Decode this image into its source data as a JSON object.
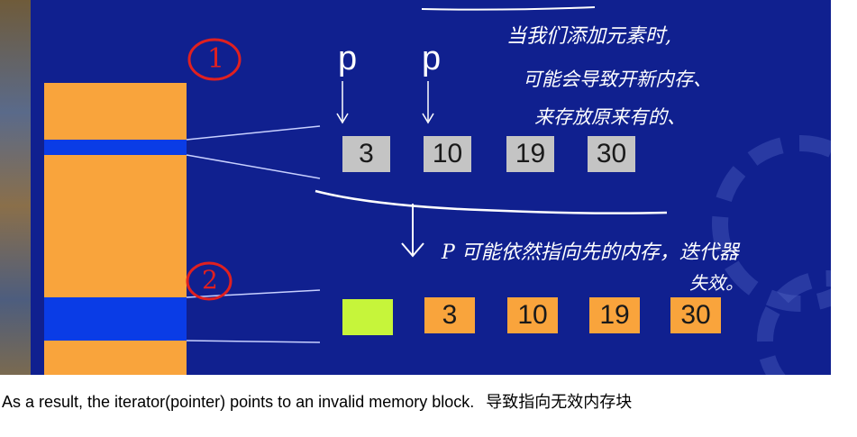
{
  "pointers": {
    "label_1": "p",
    "label_2": "p"
  },
  "row_before": [
    "3",
    "10",
    "19",
    "30"
  ],
  "row_after": [
    "3",
    "10",
    "19",
    "30"
  ],
  "circle_labels": {
    "one": "1",
    "two": "2"
  },
  "annotations": {
    "line_1": "当我们添加元素时,",
    "line_2": "可能会导致开新内存、",
    "line_3": "来存放原来有的、",
    "line_4": "P 可能依然指向先的内存，迭代器",
    "line_5": "失效。"
  },
  "caption": {
    "english": "As a result, the iterator(pointer) points to an invalid memory block.",
    "chinese": "导致指向无效内存块"
  },
  "colors": {
    "slide_bg": "#10208f",
    "memory_orange": "#f9a43c",
    "memory_blue": "#0a3ce6",
    "box_gray": "#c4c4c4",
    "new_slot": "#c6f53a",
    "circle_red": "#e02020"
  }
}
